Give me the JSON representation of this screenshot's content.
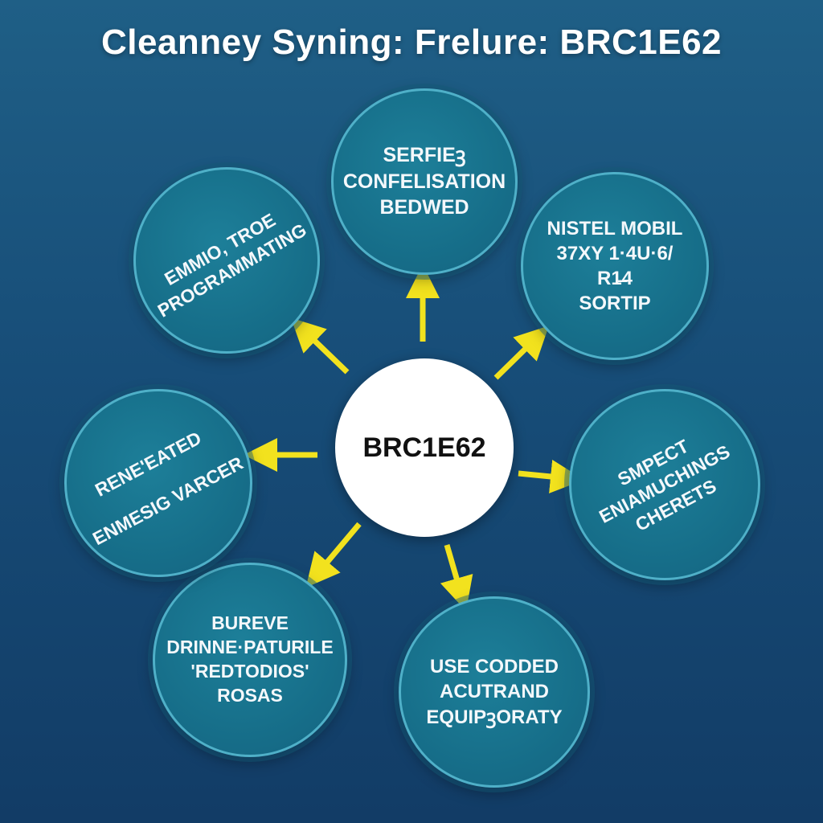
{
  "title": "Cleanney Syning: Frelure: BRC1E62",
  "center": {
    "label": "BRC1E62"
  },
  "nodes": [
    {
      "id": "top",
      "lines": [
        "SERFIEꝫ",
        "CONFELISATION",
        "BEDWED"
      ]
    },
    {
      "id": "top-right",
      "lines": [
        "NISTEL MOBIL",
        "37XY 1·4U·6/",
        "R1̶4",
        "SORTIP"
      ]
    },
    {
      "id": "right",
      "lines": [
        "SMPECT",
        "ENIAMUCHINGS",
        "CHERETS"
      ]
    },
    {
      "id": "bottom-right",
      "lines": [
        "USE CODDED",
        "ACUTRAND",
        "EQUIPꝫORATY"
      ]
    },
    {
      "id": "bottom-left",
      "lines": [
        "BUREVE",
        "DRINNE·PATURILE",
        "'REDTODIOS'",
        "ROSAS"
      ]
    },
    {
      "id": "left",
      "lines": [
        "RENE'EATED",
        "ENMESIG VARCER"
      ]
    },
    {
      "id": "top-left",
      "lines": [
        "EMMIO, TROE",
        "PROGRAMMATING"
      ]
    }
  ],
  "colors": {
    "arrow": "#f2e21e",
    "node_border": "#4fb0c8",
    "center_fill": "#ffffff"
  }
}
